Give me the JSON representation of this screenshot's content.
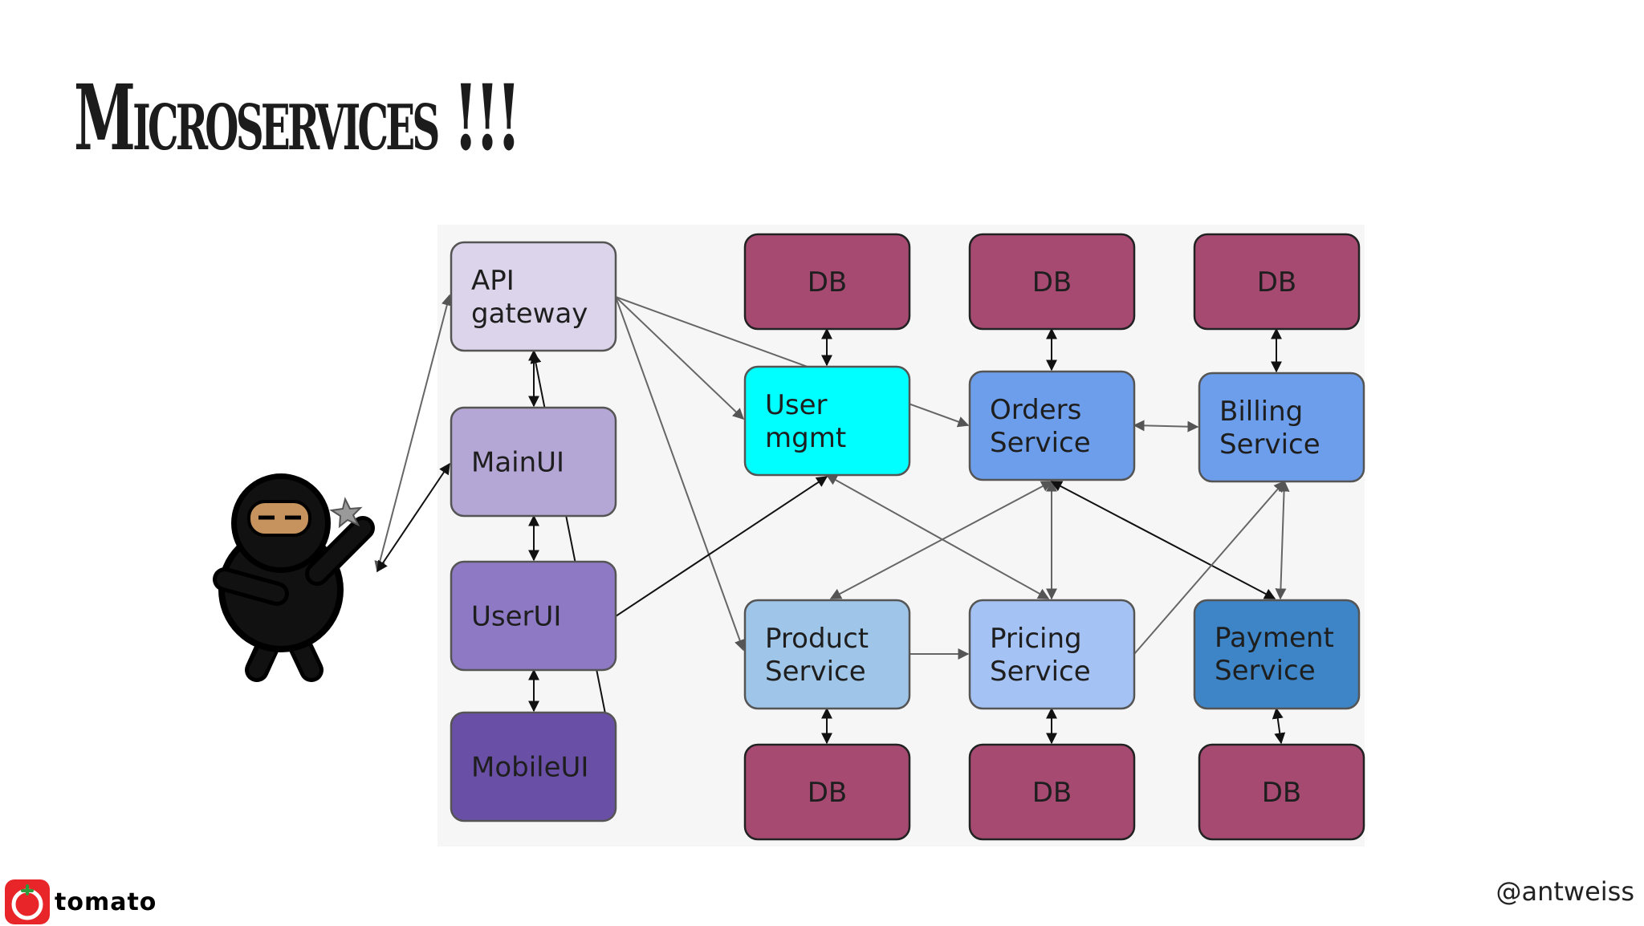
{
  "slide": {
    "title": "Microservices !!!",
    "handle": "@antweiss",
    "logo_text": "tomato"
  },
  "colors": {
    "db": "#a64a72",
    "api_gateway": "#dcd4ea",
    "main_ui": "#b4a6d5",
    "user_ui": "#8e79c4",
    "mobile_ui": "#6a4fa6",
    "user_mgmt": "#00ffff",
    "orders": "#6d9eeb",
    "billing": "#6d9eeb",
    "product": "#9fc5e8",
    "pricing": "#a4c2f4",
    "payment": "#3d85c6",
    "logo_red": "#e8262a",
    "logo_green": "#2e9b3c"
  },
  "icons": [
    "ninja-icon",
    "shuriken-icon",
    "tomato-logo-icon"
  ],
  "diagram": {
    "nodes": {
      "api": [
        "API",
        "gateway"
      ],
      "main": [
        "MainUI"
      ],
      "userui": [
        "UserUI"
      ],
      "mobile": [
        "MobileUI"
      ],
      "db_user": [
        "DB"
      ],
      "db_orders": [
        "DB"
      ],
      "db_billing": [
        "DB"
      ],
      "usermgmt": [
        "User",
        "mgmt"
      ],
      "orders": [
        "Orders",
        "Service"
      ],
      "billing": [
        "Billing",
        "Service"
      ],
      "product": [
        "Product",
        "Service"
      ],
      "pricing": [
        "Pricing",
        "Service"
      ],
      "payment": [
        "Payment",
        "Service"
      ],
      "db_product": [
        "DB"
      ],
      "db_pricing": [
        "DB"
      ],
      "db_payment": [
        "DB"
      ]
    }
  }
}
